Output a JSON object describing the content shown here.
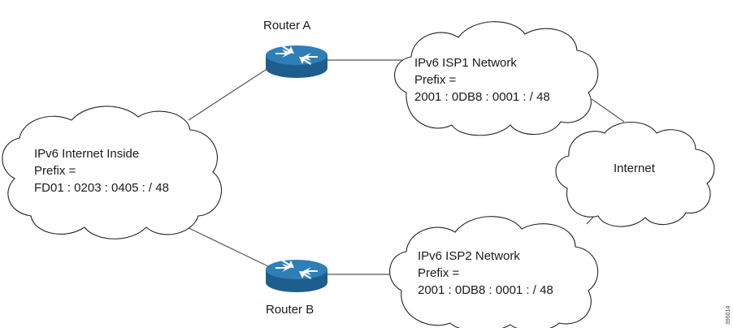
{
  "routers": {
    "a": {
      "label": "Router A"
    },
    "b": {
      "label": "Router B"
    }
  },
  "networks": {
    "inside": {
      "lines": [
        "IPv6 Internet Inside",
        "Prefix =",
        "FD01 : 0203 : 0405 : / 48"
      ]
    },
    "isp1": {
      "lines": [
        "IPv6 ISP1 Network",
        "Prefix =",
        "2001 : 0DB8 : 0001 : / 48"
      ]
    },
    "isp2": {
      "lines": [
        "IPv6 ISP2 Network",
        "Prefix =",
        "2001 : 0DB8 : 0001 : / 48"
      ]
    },
    "internet": {
      "label": "Internet"
    }
  },
  "figure_ref": "395014",
  "colors": {
    "router_top": "#2e7fb8",
    "router_side": "#1d5e8f",
    "arrow": "#ffffff",
    "line": "#555555",
    "cloud_stroke": "#222222"
  }
}
